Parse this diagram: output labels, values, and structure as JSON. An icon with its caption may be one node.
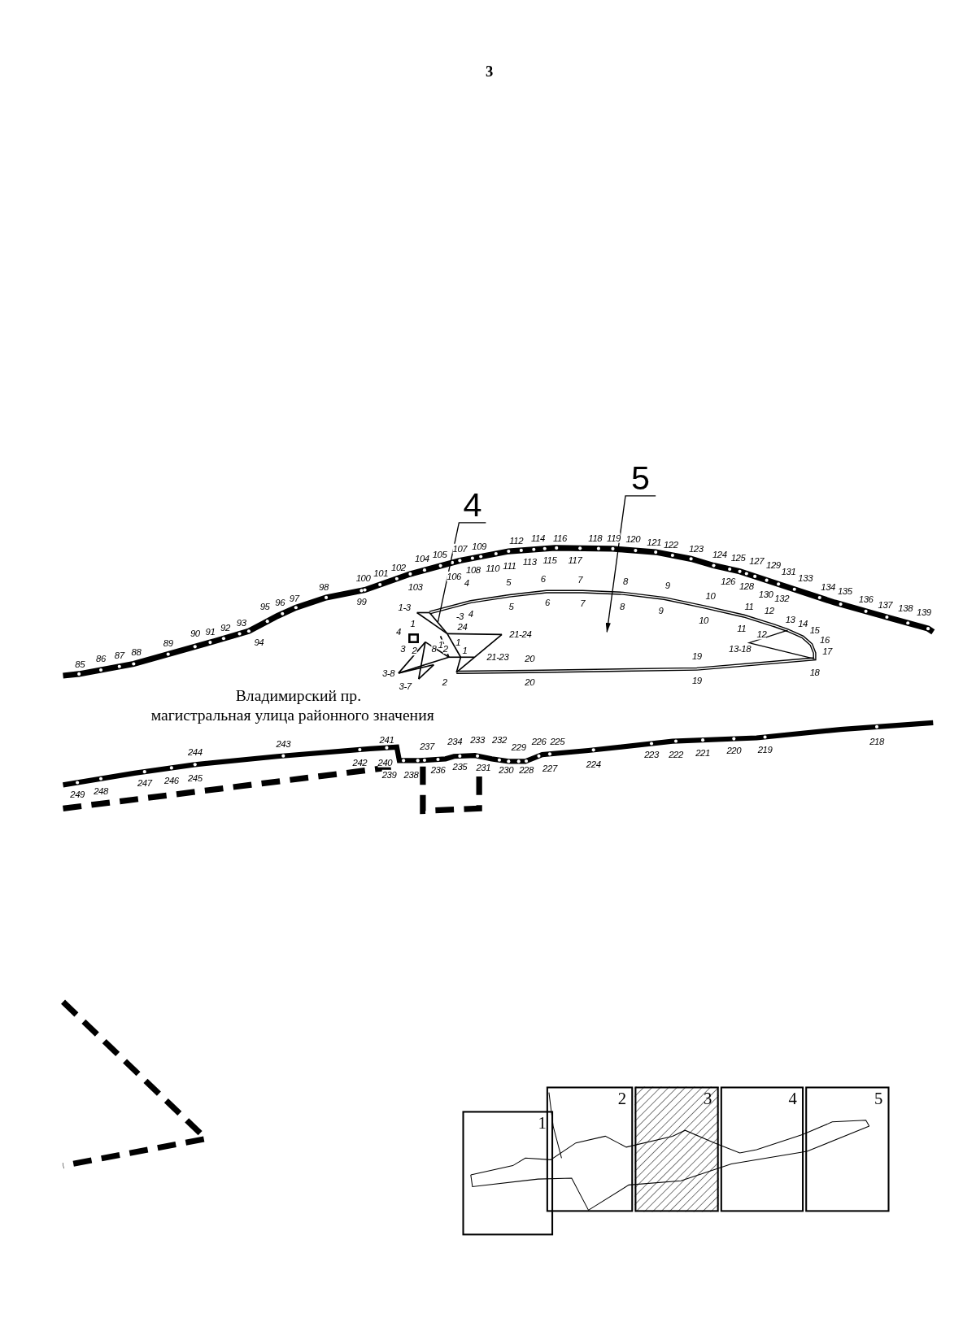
{
  "diagram": {
    "nodes": [
      {
        "text": [
          "4"
        ]
      },
      {
        "text": [
          "5"
        ]
      },
      {
        "text": [
          "1"
        ]
      },
      {
        "text": [
          "2"
        ]
      },
      {
        "text": [
          "3"
        ]
      },
      {
        "text": [
          "4"
        ]
      },
      {
        "text": [
          "5"
        ]
      }
    ],
    "edges": [
      {
        "from": 0,
        "to": null,
        "arrow": "none"
      },
      {
        "from": 1,
        "to": null,
        "arrow": "to"
      }
    ],
    "labels": [
      "3",
      "85",
      "86",
      "87",
      "88",
      "89",
      "90",
      "91",
      "92",
      "93",
      "94",
      "95",
      "96",
      "97",
      "98",
      "99",
      "100",
      "101",
      "102",
      "103",
      "104",
      "105",
      "106",
      "107",
      "108",
      "109",
      "110",
      "111",
      "112",
      "113",
      "114",
      "115",
      "116",
      "117",
      "118",
      "119",
      "120",
      "121",
      "122",
      "123",
      "124",
      "125",
      "126",
      "127",
      "128",
      "129",
      "130",
      "131",
      "132",
      "133",
      "134",
      "135",
      "136",
      "137",
      "138",
      "139",
      "4",
      "5",
      "6",
      "7",
      "8",
      "9",
      "1-3",
      "4",
      "5",
      "6",
      "7",
      "8",
      "9",
      "10",
      "11",
      "12",
      "4",
      "1",
      "-3",
      "24",
      "21-24",
      "10",
      "11",
      "12",
      "13",
      "14",
      "15",
      "3",
      "2",
      "8",
      "1",
      "2",
      "1",
      "1",
      "21-23",
      "20",
      "19",
      "13-18",
      "16",
      "17",
      "3-8",
      "3-7",
      "2",
      "20",
      "19",
      "18",
      "Владимирский пр.",
      "магистральная улица районного значения",
      "244",
      "243",
      "241",
      "237",
      "234",
      "233",
      "232",
      "229",
      "226",
      "225",
      "223",
      "222",
      "221",
      "220",
      "219",
      "218",
      "249",
      "248",
      "247",
      "246",
      "245",
      "242",
      "240",
      "239",
      "238",
      "236",
      "235",
      "231",
      "230",
      "228",
      "227",
      "224"
    ]
  }
}
